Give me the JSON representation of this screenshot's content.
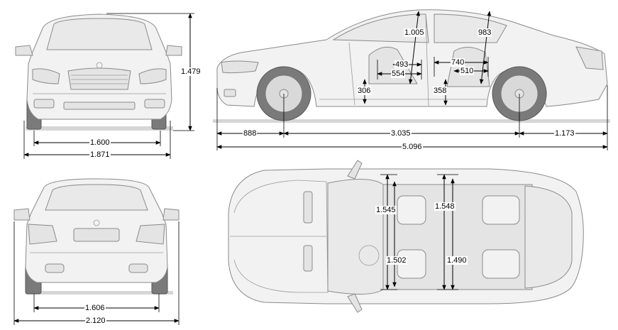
{
  "front_view": {
    "track_width": "1.600",
    "overall_width": "1.871",
    "height": "1.479"
  },
  "side_view": {
    "front_headroom": "1.005",
    "rear_headroom": "983",
    "front_seat_a": "493",
    "front_seat_b": "554",
    "rear_seat_a": "740",
    "rear_seat_b": "510",
    "front_floor": "306",
    "rear_floor": "358",
    "front_overhang": "888",
    "wheelbase": "3.035",
    "rear_overhang": "1.173",
    "overall_length": "5.096"
  },
  "rear_view": {
    "track_width": "1.606",
    "overall_width_with_mirrors": "2.120"
  },
  "top_view": {
    "front_shoulder": "1.545",
    "rear_shoulder": "1.548",
    "front_elbow": "1.502",
    "rear_elbow": "1.490"
  }
}
